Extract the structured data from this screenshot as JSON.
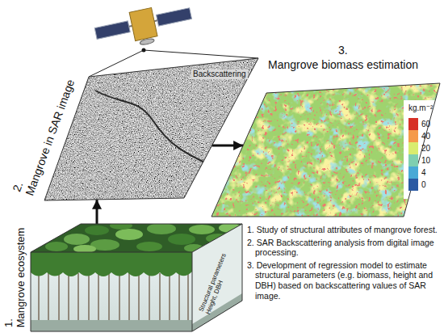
{
  "diagram": {
    "nodes": [
      {
        "text": [
          "2.",
          "Mangrove in SAR image",
          "Backscattering"
        ]
      },
      {
        "text": [
          "3.",
          "Mangrove biomass estimation"
        ]
      },
      {
        "text": [
          "1.",
          "Mangrove ecosystem",
          "Structural parameters Height, DBH"
        ]
      }
    ],
    "edges": [
      {
        "from": 2,
        "to": 0,
        "arrow": "to"
      },
      {
        "from": 0,
        "to": 1,
        "arrow": "to"
      }
    ],
    "labels": [
      "kg.m⁻²",
      "1. Study of structural attributes of mangrove forest.",
      "2. SAR Backscattering analysis from digital image processing.",
      "3. Development of regression model to estimate structural parameters (e.g. biomass, height and DBH) based on backscattering values of SAR image."
    ],
    "legend": [
      {
        "text": "60",
        "color": "#d73027"
      },
      {
        "text": "40",
        "color": "#f59a4a"
      },
      {
        "text": "20",
        "color": "#d9ec6e"
      },
      {
        "text": "10",
        "color": "#7fcfb0"
      },
      {
        "text": "4",
        "color": "#49a9d6"
      },
      {
        "text": "0",
        "color": "#2b5aa3"
      }
    ]
  }
}
